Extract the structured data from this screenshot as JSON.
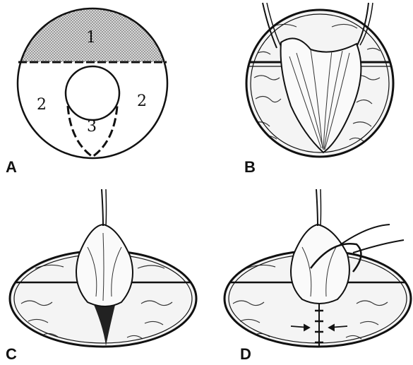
{
  "figure": {
    "panels": [
      {
        "id": "A",
        "label": "A",
        "regions": [
          "1",
          "2",
          "2",
          "3"
        ]
      },
      {
        "id": "B",
        "label": "B"
      },
      {
        "id": "C",
        "label": "C"
      },
      {
        "id": "D",
        "label": "D"
      }
    ]
  },
  "colors": {
    "ink": "#111111",
    "stipple": "#9a9a9a",
    "background": "#ffffff"
  }
}
